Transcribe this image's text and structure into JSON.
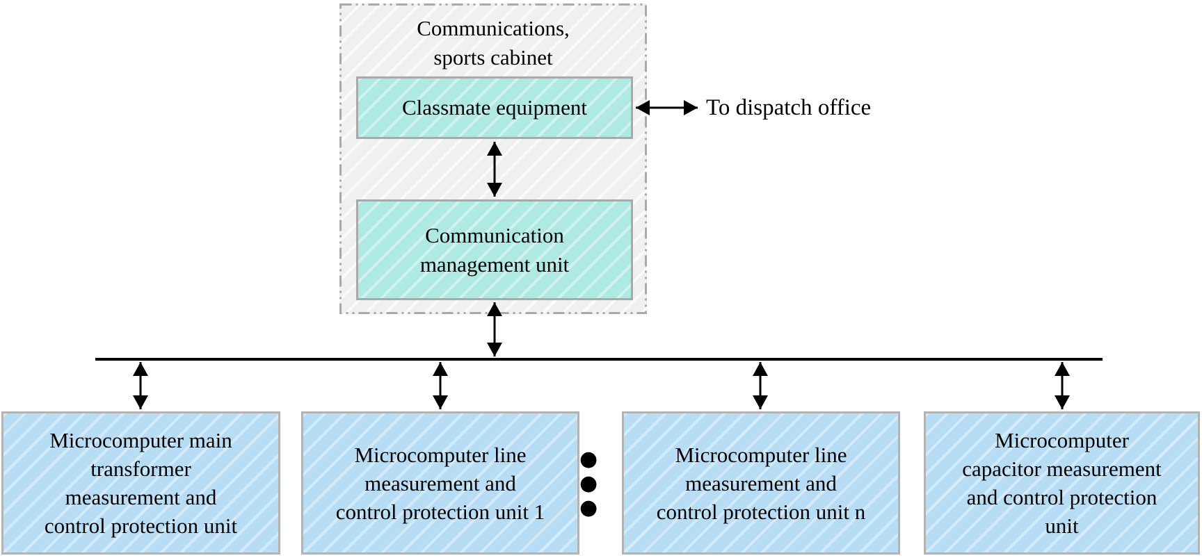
{
  "diagram": {
    "cabinet": {
      "title": "Communications,\nsports cabinet",
      "classmate_label": "Classmate equipment",
      "management_label": "Communication\nmanagement unit"
    },
    "dispatch_label": "To dispatch office",
    "ellipsis": "● ● ●",
    "units": [
      {
        "label": "Microcomputer main\ntransformer\nmeasurement and\ncontrol protection unit"
      },
      {
        "label": "Microcomputer line\nmeasurement and\ncontrol protection unit 1"
      },
      {
        "label": "Microcomputer line\nmeasurement and\ncontrol protection unit n"
      },
      {
        "label": "Microcomputer\ncapacitor measurement\nand control protection\nunit"
      }
    ],
    "colors": {
      "cyan_fill": "#aee9e2",
      "blue_fill": "#b6ddf3",
      "cabinet_fill": "#f0f0f0",
      "border_gray": "#a9a9a9",
      "line_black": "#000000"
    }
  }
}
